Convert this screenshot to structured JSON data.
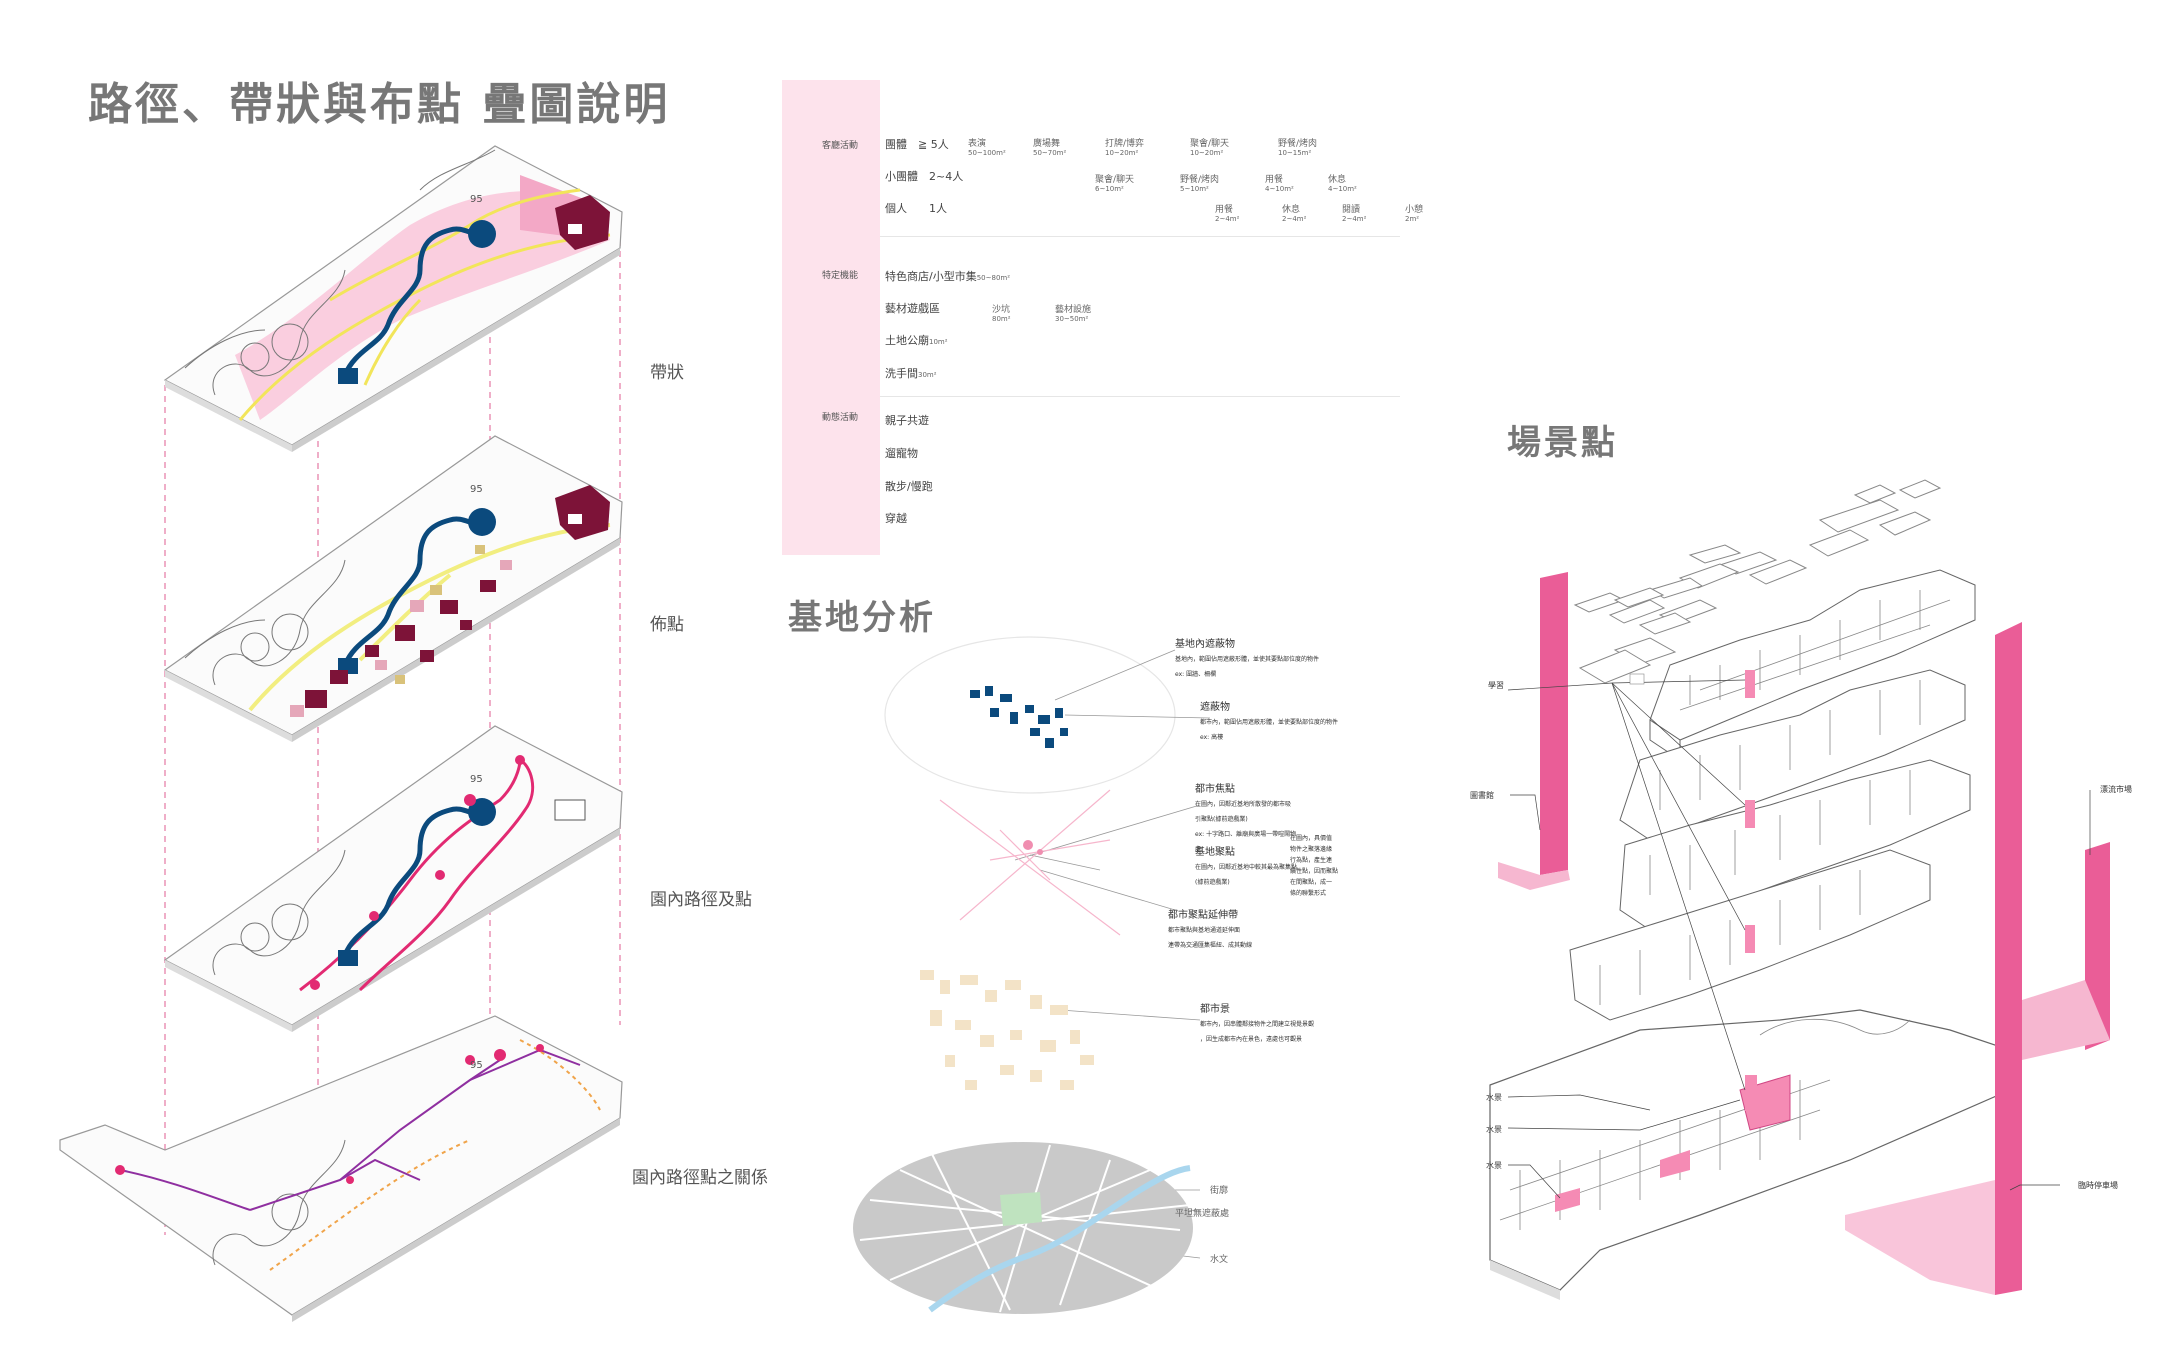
{
  "titles": {
    "overlay": "路徑、帶狀與布點 疊圖說明",
    "site": "基地分析",
    "scene": "場景點"
  },
  "layers": [
    {
      "label": "帶狀"
    },
    {
      "label": "佈點"
    },
    {
      "label": "園內路徑及點"
    },
    {
      "label": "園內路徑點之關係"
    }
  ],
  "map_number": "95",
  "activity_table": {
    "categories": [
      "客廳活動",
      "特定機能",
      "動態活動"
    ],
    "rows": [
      {
        "label": "團體　≧ 5人",
        "items": [
          {
            "name": "表演",
            "size": "50~100m²"
          },
          {
            "name": "廣場舞",
            "size": "50~70m²"
          },
          {
            "name": "打牌/博弈",
            "size": "10~20m²"
          },
          {
            "name": "聚會/聊天",
            "size": "10~20m²"
          },
          {
            "name": "野餐/烤肉",
            "size": "10~15m²"
          }
        ]
      },
      {
        "label": "小團體　2~4人",
        "items": [
          {
            "name": "聚會/聊天",
            "size": "6~10m²"
          },
          {
            "name": "野餐/烤肉",
            "size": "5~10m²"
          },
          {
            "name": "用餐",
            "size": "4~10m²"
          },
          {
            "name": "休息",
            "size": "4~10m²"
          }
        ]
      },
      {
        "label": "個人　　1人",
        "items": [
          {
            "name": "用餐",
            "size": "2~4m²"
          },
          {
            "name": "休息",
            "size": "2~4m²"
          },
          {
            "name": "閱讀",
            "size": "2~4m²"
          },
          {
            "name": "小憩",
            "size": "2m²"
          }
        ]
      },
      {
        "label": "特色商店/小型市集",
        "sub": "50~80m²"
      },
      {
        "label": "藝材遊戲區",
        "items": [
          {
            "name": "沙坑",
            "size": "80m²"
          },
          {
            "name": "藝材設施",
            "size": "30~50m²"
          }
        ]
      },
      {
        "label": "土地公廟",
        "sub": "10m²"
      },
      {
        "label": "洗手間",
        "sub": "30m²"
      },
      {
        "label": "親子共遊"
      },
      {
        "label": "遛寵物"
      },
      {
        "label": "散步/慢跑"
      },
      {
        "label": "穿越"
      }
    ]
  },
  "site_notes": [
    {
      "title": "基地內遮蔽物",
      "lines": [
        "基地內，範圍佔用遮蔽形體，並使其要點部位度的物件",
        "ex: 圍牆、柵欄"
      ]
    },
    {
      "title": "遮蔽物",
      "lines": [
        "都市內，範圍佔用遮蔽形體，並使要點部位度的物件",
        "ex: 高樓"
      ]
    },
    {
      "title": "都市焦點",
      "lines": [
        "在圖內，因鄰近基地所散發的都市吸",
        "引聚點(據前遊戲業)",
        "ex: 十字路口、離廟與廣場一帶喧鬧物",
        "處"
      ]
    },
    {
      "title": "基地聚點",
      "lines": [
        "在圖內，因鄰近基地中較其最為聚集點",
        "(據前遊戲業)"
      ]
    },
    {
      "title": "都市聚點延伸帶",
      "lines": [
        "都市聚點與基地通道延伸面",
        "連帶為交通匯集樞紐、成其動線"
      ]
    },
    {
      "title": "都市景",
      "lines": [
        "都市內，因串體鄰接物件之間建立視覺景觀",
        "，因生成都市內在景色，遠處也可觀景"
      ]
    }
  ],
  "side_note": [
    "在圖內，具價值",
    "物件之聚落邊緣",
    "行為點，產生連",
    "續性點，因而聚點",
    "在間聚點，成一",
    "條的聯繫形式"
  ],
  "map_labels": [
    "街廓",
    "平坦無遮蔽處",
    "水文"
  ],
  "scene_labels": {
    "left_top": "圖書館",
    "center_top": "學習",
    "right_top": "漂流市場",
    "water1": "水景",
    "water2": "水景",
    "water3": "水景",
    "bottom_right": "臨時停車場"
  },
  "colors": {
    "pink": "#f7c3d8",
    "magenta": "#e8508e",
    "deep_magenta": "#e22a72",
    "navy": "#0b4a7d",
    "maroon": "#7d1338",
    "yellow": "#f2ee80",
    "table_band": "#fde3ec"
  }
}
